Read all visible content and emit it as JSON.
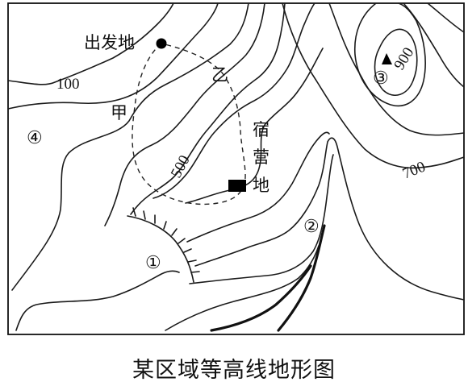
{
  "title": "某区域等高线地形图",
  "place_labels": {
    "start": "出发地",
    "jia": "甲",
    "yi": "乙",
    "camp_1": "宿",
    "camp_2": "营",
    "camp_3": "地"
  },
  "markers": [
    "①",
    "②",
    "③",
    "④"
  ],
  "contour_values": {
    "c100": "100",
    "c500": "500",
    "c700": "700",
    "c900": "900"
  }
}
